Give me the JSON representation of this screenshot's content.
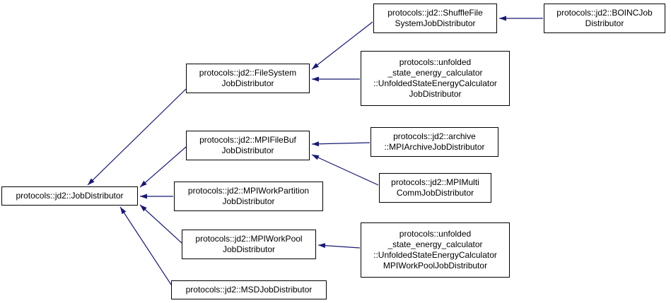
{
  "diagram": {
    "type": "class-inheritance-graph",
    "colors": {
      "background": "#ffffff",
      "node_border": "#000000",
      "node_fill": "#ffffff",
      "arrow": "#191970"
    },
    "nodes": [
      {
        "id": "job-distributor",
        "label": "protocols::jd2::JobDistributor"
      },
      {
        "id": "file-system-job-distributor",
        "label": "protocols::jd2::FileSystem\nJobDistributor"
      },
      {
        "id": "mpi-file-buf-job-distributor",
        "label": "protocols::jd2::MPIFileBuf\nJobDistributor"
      },
      {
        "id": "mpi-work-partition-job-distributor",
        "label": "protocols::jd2::MPIWorkPartition\nJobDistributor"
      },
      {
        "id": "mpi-work-pool-job-distributor",
        "label": "protocols::jd2::MPIWorkPool\nJobDistributor"
      },
      {
        "id": "msd-job-distributor",
        "label": "protocols::jd2::MSDJobDistributor"
      },
      {
        "id": "shuffle-file-system-job-distributor",
        "label": "protocols::jd2::ShuffleFile\nSystemJobDistributor"
      },
      {
        "id": "unfolded-state-energy-calculator-job-distributor",
        "label": "protocols::unfolded\n_state_energy_calculator\n::UnfoldedStateEnergyCalculator\nJobDistributor"
      },
      {
        "id": "mpi-archive-job-distributor",
        "label": "protocols::jd2::archive\n::MPIArchiveJobDistributor"
      },
      {
        "id": "mpi-multi-comm-job-distributor",
        "label": "protocols::jd2::MPIMulti\nCommJobDistributor"
      },
      {
        "id": "unfolded-state-energy-calculator-mpi-work-pool-job-distributor",
        "label": "protocols::unfolded\n_state_energy_calculator\n::UnfoldedStateEnergyCalculator\nMPIWorkPoolJobDistributor"
      },
      {
        "id": "boinc-job-distributor",
        "label": "protocols::jd2::BOINCJob\nDistributor"
      }
    ],
    "edges": [
      {
        "from": "file-system-job-distributor",
        "to": "job-distributor"
      },
      {
        "from": "mpi-file-buf-job-distributor",
        "to": "job-distributor"
      },
      {
        "from": "mpi-work-partition-job-distributor",
        "to": "job-distributor"
      },
      {
        "from": "mpi-work-pool-job-distributor",
        "to": "job-distributor"
      },
      {
        "from": "msd-job-distributor",
        "to": "job-distributor"
      },
      {
        "from": "shuffle-file-system-job-distributor",
        "to": "file-system-job-distributor"
      },
      {
        "from": "unfolded-state-energy-calculator-job-distributor",
        "to": "file-system-job-distributor"
      },
      {
        "from": "mpi-archive-job-distributor",
        "to": "mpi-file-buf-job-distributor"
      },
      {
        "from": "mpi-multi-comm-job-distributor",
        "to": "mpi-file-buf-job-distributor"
      },
      {
        "from": "unfolded-state-energy-calculator-mpi-work-pool-job-distributor",
        "to": "mpi-work-pool-job-distributor"
      },
      {
        "from": "boinc-job-distributor",
        "to": "shuffle-file-system-job-distributor"
      }
    ]
  }
}
